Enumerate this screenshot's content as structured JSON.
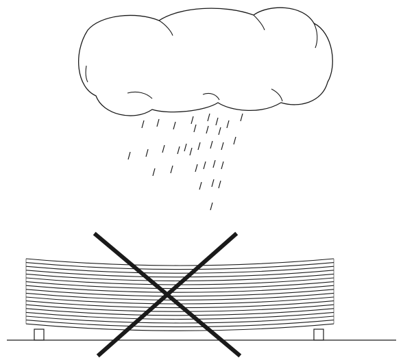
{
  "diagram": {
    "colors": {
      "stroke": "#1a1a1a",
      "fill": "#ffffff",
      "cross": "#1a1a1a"
    },
    "elements": {
      "cloud": "cloud-icon",
      "rain": "rain-drops",
      "lumber_stack": "lumber-stack",
      "supports": "support-blocks",
      "ground": "ground-line",
      "prohibition": "prohibition-cross"
    },
    "lumber_board_count": 18
  }
}
